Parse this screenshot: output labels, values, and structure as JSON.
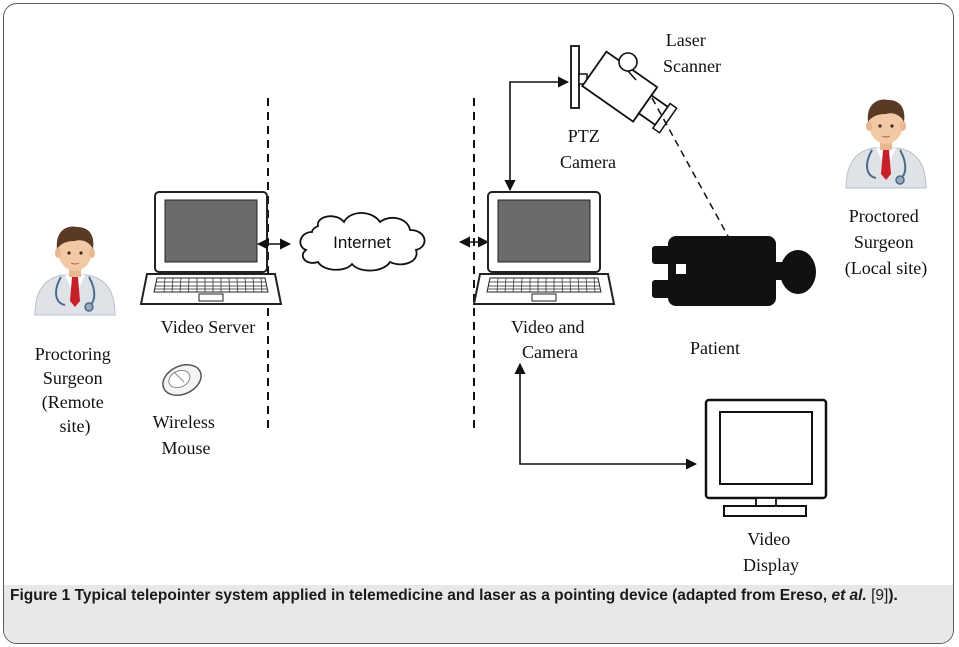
{
  "labels": {
    "laser_scanner": [
      "Laser",
      "Scanner"
    ],
    "ptz_camera": [
      "PTZ",
      "Camera"
    ],
    "internet": "Internet",
    "video_server": "Video Server",
    "proctoring_surgeon": [
      "Proctoring",
      "Surgeon",
      "(Remote",
      "site)"
    ],
    "wireless_mouse": [
      "Wireless",
      "Mouse"
    ],
    "video_and_camera": [
      "Video and",
      "Camera"
    ],
    "patient": "Patient",
    "proctored_surgeon": [
      "Proctored",
      "Surgeon",
      "(Local site)"
    ],
    "video_display": [
      "Video",
      "Display"
    ]
  },
  "caption": {
    "figure_label": "Figure 1",
    "text_bold": " Typical telepointer system applied in telemedicine and laser as a pointing device (adapted from Ereso,",
    "text_italic": " et al.",
    "text_ref": " [9]",
    "text_end": ")."
  },
  "colors": {
    "caption_bg": "#e8e8e8",
    "tie": "#c8202a",
    "coat": "#dfe3e8",
    "skin": "#f3c9a5",
    "hair": "#5a3a24",
    "screen": "#6b6b6b"
  }
}
